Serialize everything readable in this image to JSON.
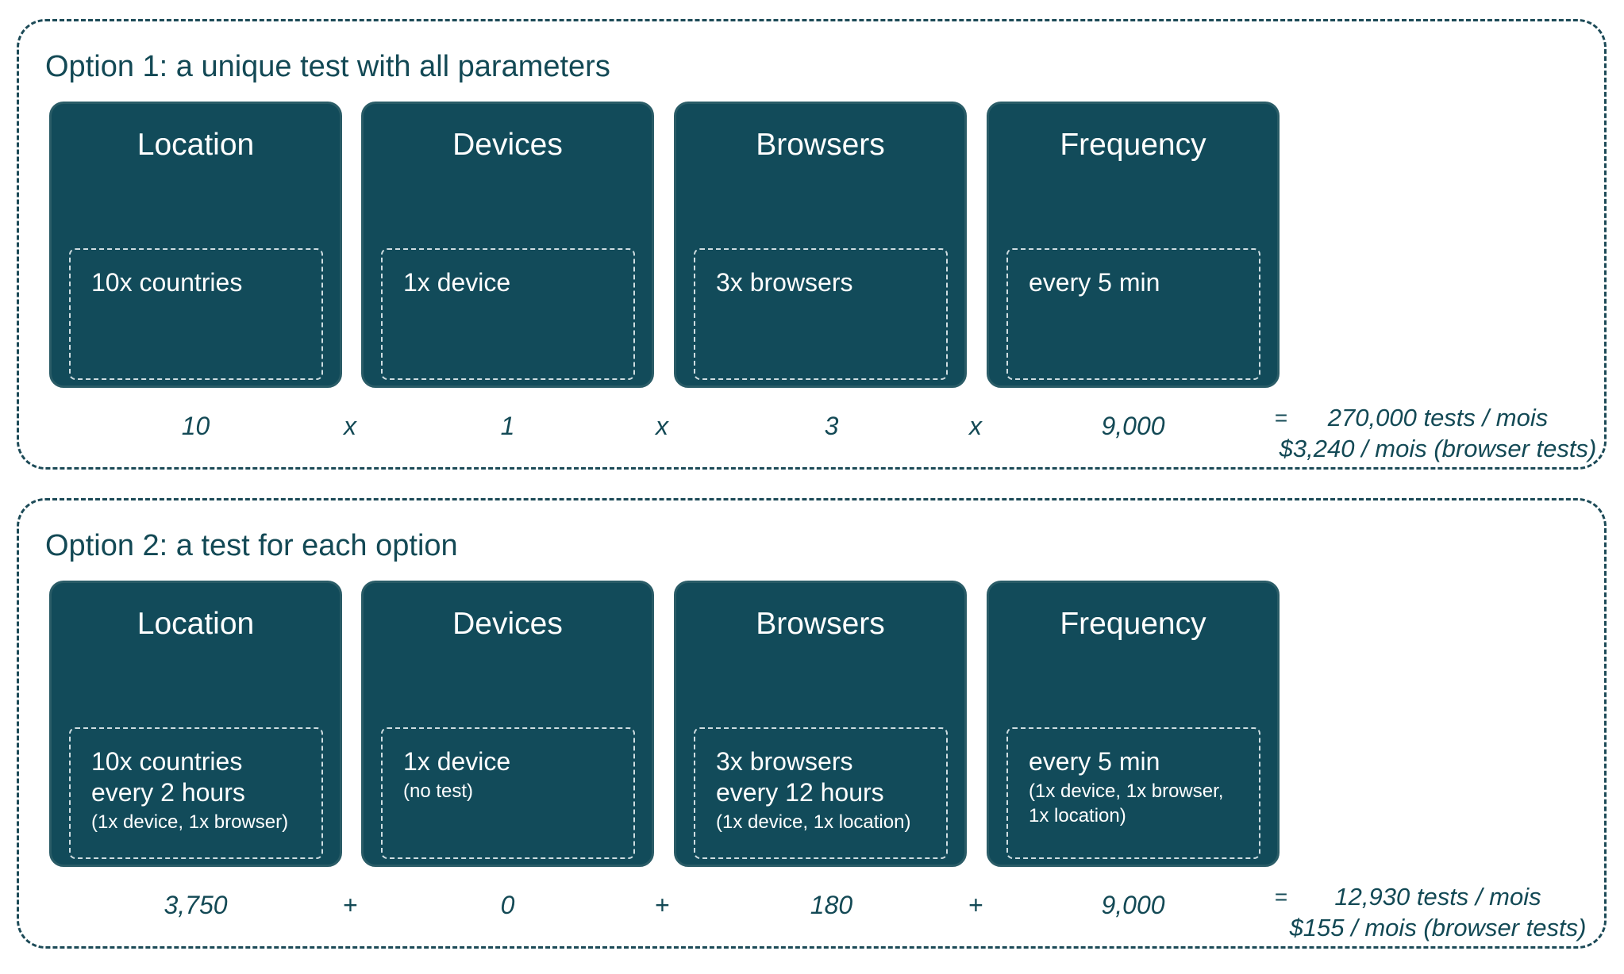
{
  "options": [
    {
      "title": "Option 1: a unique test with all parameters",
      "cards": [
        {
          "title": "Location",
          "main": "10x countries",
          "sub": ""
        },
        {
          "title": "Devices",
          "main": "1x device",
          "sub": ""
        },
        {
          "title": "Browsers",
          "main": "3x browsers",
          "sub": ""
        },
        {
          "title": "Frequency",
          "main": "every 5 min",
          "sub": ""
        }
      ],
      "values": [
        "10",
        "1",
        "3",
        "9,000"
      ],
      "operators": [
        "x",
        "x",
        "x"
      ],
      "equals": "=",
      "result_tests": "270,000 tests / mois",
      "result_cost": "$3,240 / mois (browser tests)"
    },
    {
      "title": "Option 2: a test for each option",
      "cards": [
        {
          "title": "Location",
          "main": "10x countries\nevery 2 hours",
          "sub": "(1x device, 1x browser)"
        },
        {
          "title": "Devices",
          "main": "1x device",
          "sub": "(no test)"
        },
        {
          "title": "Browsers",
          "main": "3x browsers\nevery 12 hours",
          "sub": "(1x device, 1x location)"
        },
        {
          "title": "Frequency",
          "main": "every 5 min",
          "sub": "(1x device, 1x browser,\n1x location)"
        }
      ],
      "values": [
        "3,750",
        "0",
        "180",
        "9,000"
      ],
      "operators": [
        "+",
        "+",
        "+"
      ],
      "equals": "=",
      "result_tests": "12,930 tests / mois",
      "result_cost": "$155 / mois (browser tests)"
    }
  ]
}
